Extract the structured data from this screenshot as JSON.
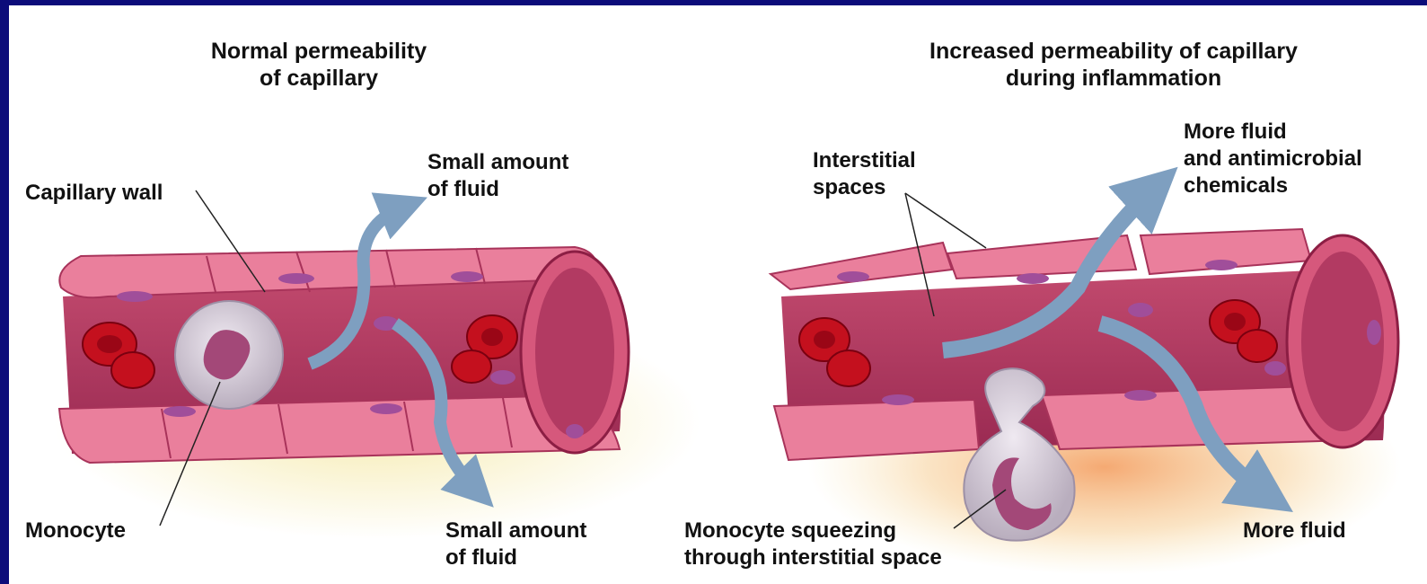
{
  "left_panel": {
    "title_line1": "Normal permeability",
    "title_line2": "of capillary",
    "labels": {
      "capillary_wall": "Capillary wall",
      "small_fluid_top_1": "Small amount",
      "small_fluid_top_2": "of fluid",
      "monocyte": "Monocyte",
      "small_fluid_bottom_1": "Small amount",
      "small_fluid_bottom_2": "of fluid"
    }
  },
  "right_panel": {
    "title_line1": "Increased permeability of capillary",
    "title_line2": "during inflammation",
    "labels": {
      "interstitial_1": "Interstitial",
      "interstitial_2": "spaces",
      "more_fluid_chem_1": "More fluid",
      "more_fluid_chem_2": "and antimicrobial",
      "more_fluid_chem_3": "chemicals",
      "monocyte_squeeze_1": "Monocyte squeezing",
      "monocyte_squeeze_2": "through interstitial space",
      "more_fluid": "More fluid"
    }
  },
  "colors": {
    "frame": "#0c0c7a",
    "vessel_outer": "#e87a98",
    "vessel_inner": "#b8385e",
    "vessel_dark": "#8c1e44",
    "nucleus": "#a04e9a",
    "rbc": "#c4101e",
    "arrow": "#7e9fc0",
    "glow_left": "#f5e9a8",
    "glow_right": "#f39a5a",
    "monocyte": "#d9d3dd"
  }
}
